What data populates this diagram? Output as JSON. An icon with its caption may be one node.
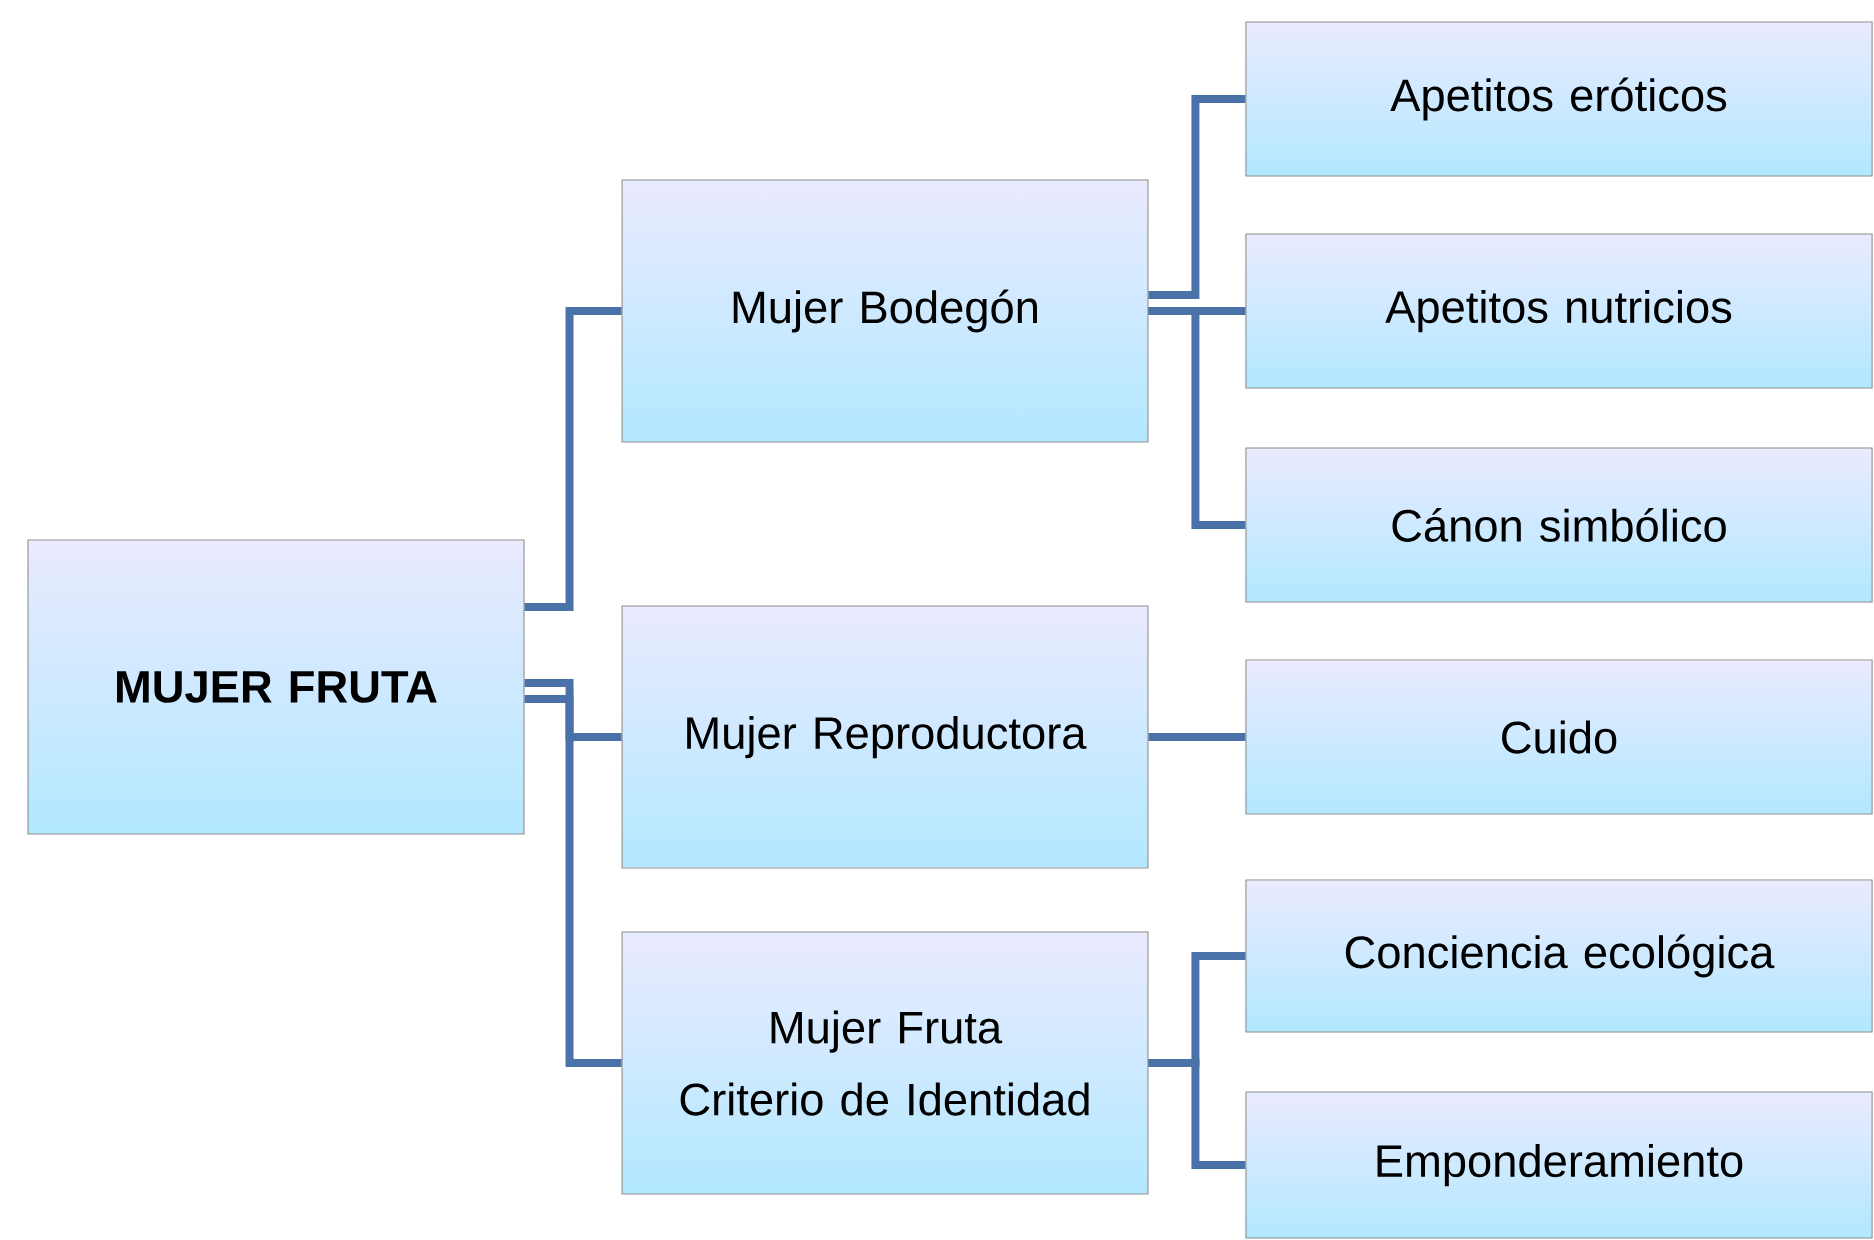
{
  "diagram": {
    "nodes": [
      {
        "text": [
          "MUJER FRUTA"
        ]
      },
      {
        "text": [
          "Mujer Bodegón"
        ]
      },
      {
        "text": [
          "Mujer Reproductora"
        ]
      },
      {
        "text": [
          "Mujer Fruta",
          "Criterio de Identidad"
        ]
      },
      {
        "text": [
          "Apetitos eróticos"
        ]
      },
      {
        "text": [
          "Apetitos nutricios"
        ]
      },
      {
        "text": [
          "Cánon simbólico"
        ]
      },
      {
        "text": [
          "Cuido"
        ]
      },
      {
        "text": [
          "Conciencia ecológica"
        ]
      },
      {
        "text": [
          "Emponderamiento"
        ]
      }
    ],
    "edges": [
      {
        "from": 0,
        "to": 1,
        "arrow": "none"
      },
      {
        "from": 0,
        "to": 2,
        "arrow": "none"
      },
      {
        "from": 0,
        "to": 3,
        "arrow": "none"
      },
      {
        "from": 1,
        "to": 4,
        "arrow": "none"
      },
      {
        "from": 1,
        "to": 5,
        "arrow": "none"
      },
      {
        "from": 1,
        "to": 6,
        "arrow": "none"
      },
      {
        "from": 2,
        "to": 7,
        "arrow": "none"
      },
      {
        "from": 3,
        "to": 8,
        "arrow": "none"
      },
      {
        "from": 3,
        "to": 9,
        "arrow": "none"
      }
    ]
  }
}
